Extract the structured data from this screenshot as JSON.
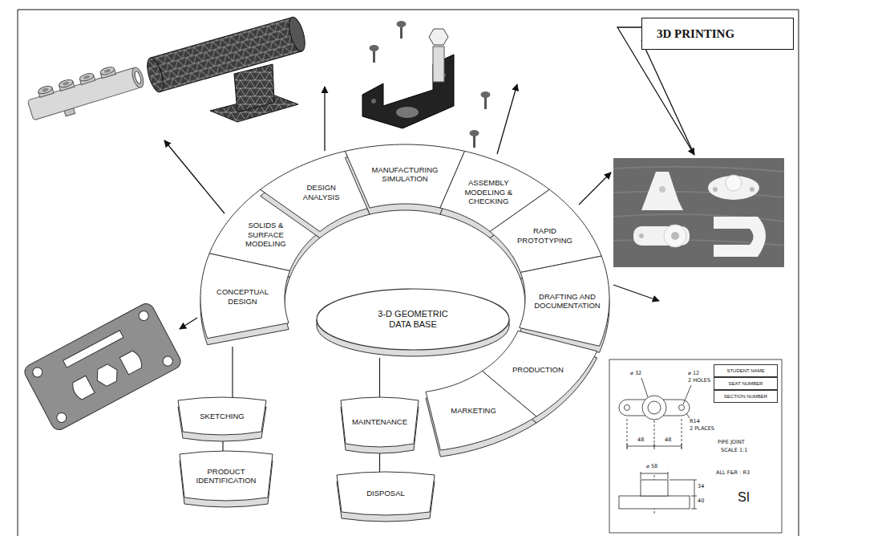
{
  "diagram": {
    "nodes": [
      {
        "text": [
          "3D PRINTING"
        ]
      },
      {
        "text": [
          "SOLIDS & SURFACE MODELING"
        ]
      },
      {
        "text": [
          "DESIGN ANALYSIS"
        ]
      },
      {
        "text": [
          "MANUFACTURING SIMULATION"
        ]
      },
      {
        "text": [
          "ASSEMBLY MODELING & CHECKING"
        ]
      },
      {
        "text": [
          "RAPID PROTOTYPING"
        ]
      },
      {
        "text": [
          "CONCEPTUAL DESIGN"
        ]
      },
      {
        "text": [
          "3-D GEOMETRIC DATA BASE"
        ]
      },
      {
        "text": [
          "DRAFTING AND DOCUMENTATION"
        ]
      },
      {
        "text": [
          "PRODUCTION"
        ]
      },
      {
        "text": [
          "MARKETING"
        ]
      },
      {
        "text": [
          "SKETCHING"
        ]
      },
      {
        "text": [
          "MAINTENANCE"
        ]
      },
      {
        "text": [
          "PRODUCT IDENTIFICATION"
        ]
      },
      {
        "text": [
          "DISPOSAL"
        ]
      },
      {
        "text": [
          "STUDENT NAME"
        ]
      },
      {
        "text": [
          "SEAT NUMBER"
        ]
      },
      {
        "text": [
          "SECTION NUMBER"
        ]
      }
    ],
    "edges": [
      {
        "from": 11,
        "to": 6,
        "arrow": "none"
      },
      {
        "from": 11,
        "to": 13,
        "arrow": "none"
      },
      {
        "from": 7,
        "to": 12,
        "arrow": "none"
      },
      {
        "from": 12,
        "to": 14,
        "arrow": "none"
      }
    ],
    "labels": [
      "⌀ 32",
      "⌀ 12",
      "2 HOLES",
      "R14",
      "2 PLACES",
      "48",
      "48",
      "⌀ 58",
      "34",
      "40",
      "PIPE JOINT",
      "SCALE 1:1",
      "ALL F&R : R3",
      "SI"
    ]
  }
}
